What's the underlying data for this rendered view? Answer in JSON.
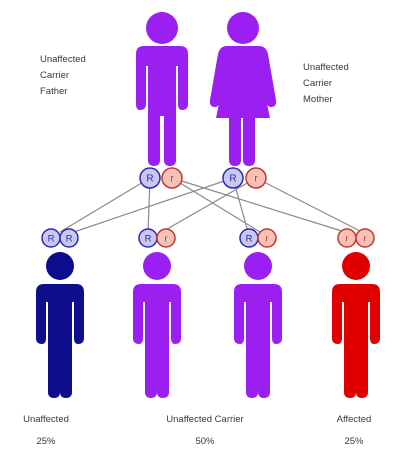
{
  "parents": {
    "father": {
      "line1": "Unaffected",
      "line2": "Carrier",
      "line3": "Father",
      "color": "#9b1ff0",
      "alleles": [
        "R",
        "r"
      ]
    },
    "mother": {
      "line1": "Unaffected",
      "line2": "Carrier",
      "line3": "Mother",
      "color": "#9b1ff0",
      "alleles": [
        "R",
        "r"
      ]
    }
  },
  "children": [
    {
      "alleles": [
        "R",
        "R"
      ],
      "color": "#0e0e8c"
    },
    {
      "alleles": [
        "R",
        "r"
      ],
      "color": "#9b1ff0"
    },
    {
      "alleles": [
        "R",
        "r"
      ],
      "color": "#9b1ff0"
    },
    {
      "alleles": [
        "r",
        "r"
      ],
      "color": "#e00000"
    }
  ],
  "outcomes": {
    "unaffected": {
      "label": "Unaffected",
      "percent": "25%"
    },
    "carrier": {
      "label": "Unaffected Carrier",
      "percent": "50%"
    },
    "affected": {
      "label": "Affected",
      "percent": "25%"
    }
  },
  "allele_colors": {
    "dominant_fill": "#c8c8f0",
    "dominant_stroke": "#2b2bb0",
    "recessive_fill": "#f4c2b8",
    "recessive_stroke": "#c0392b"
  },
  "connector_color": "#8a8a8a"
}
